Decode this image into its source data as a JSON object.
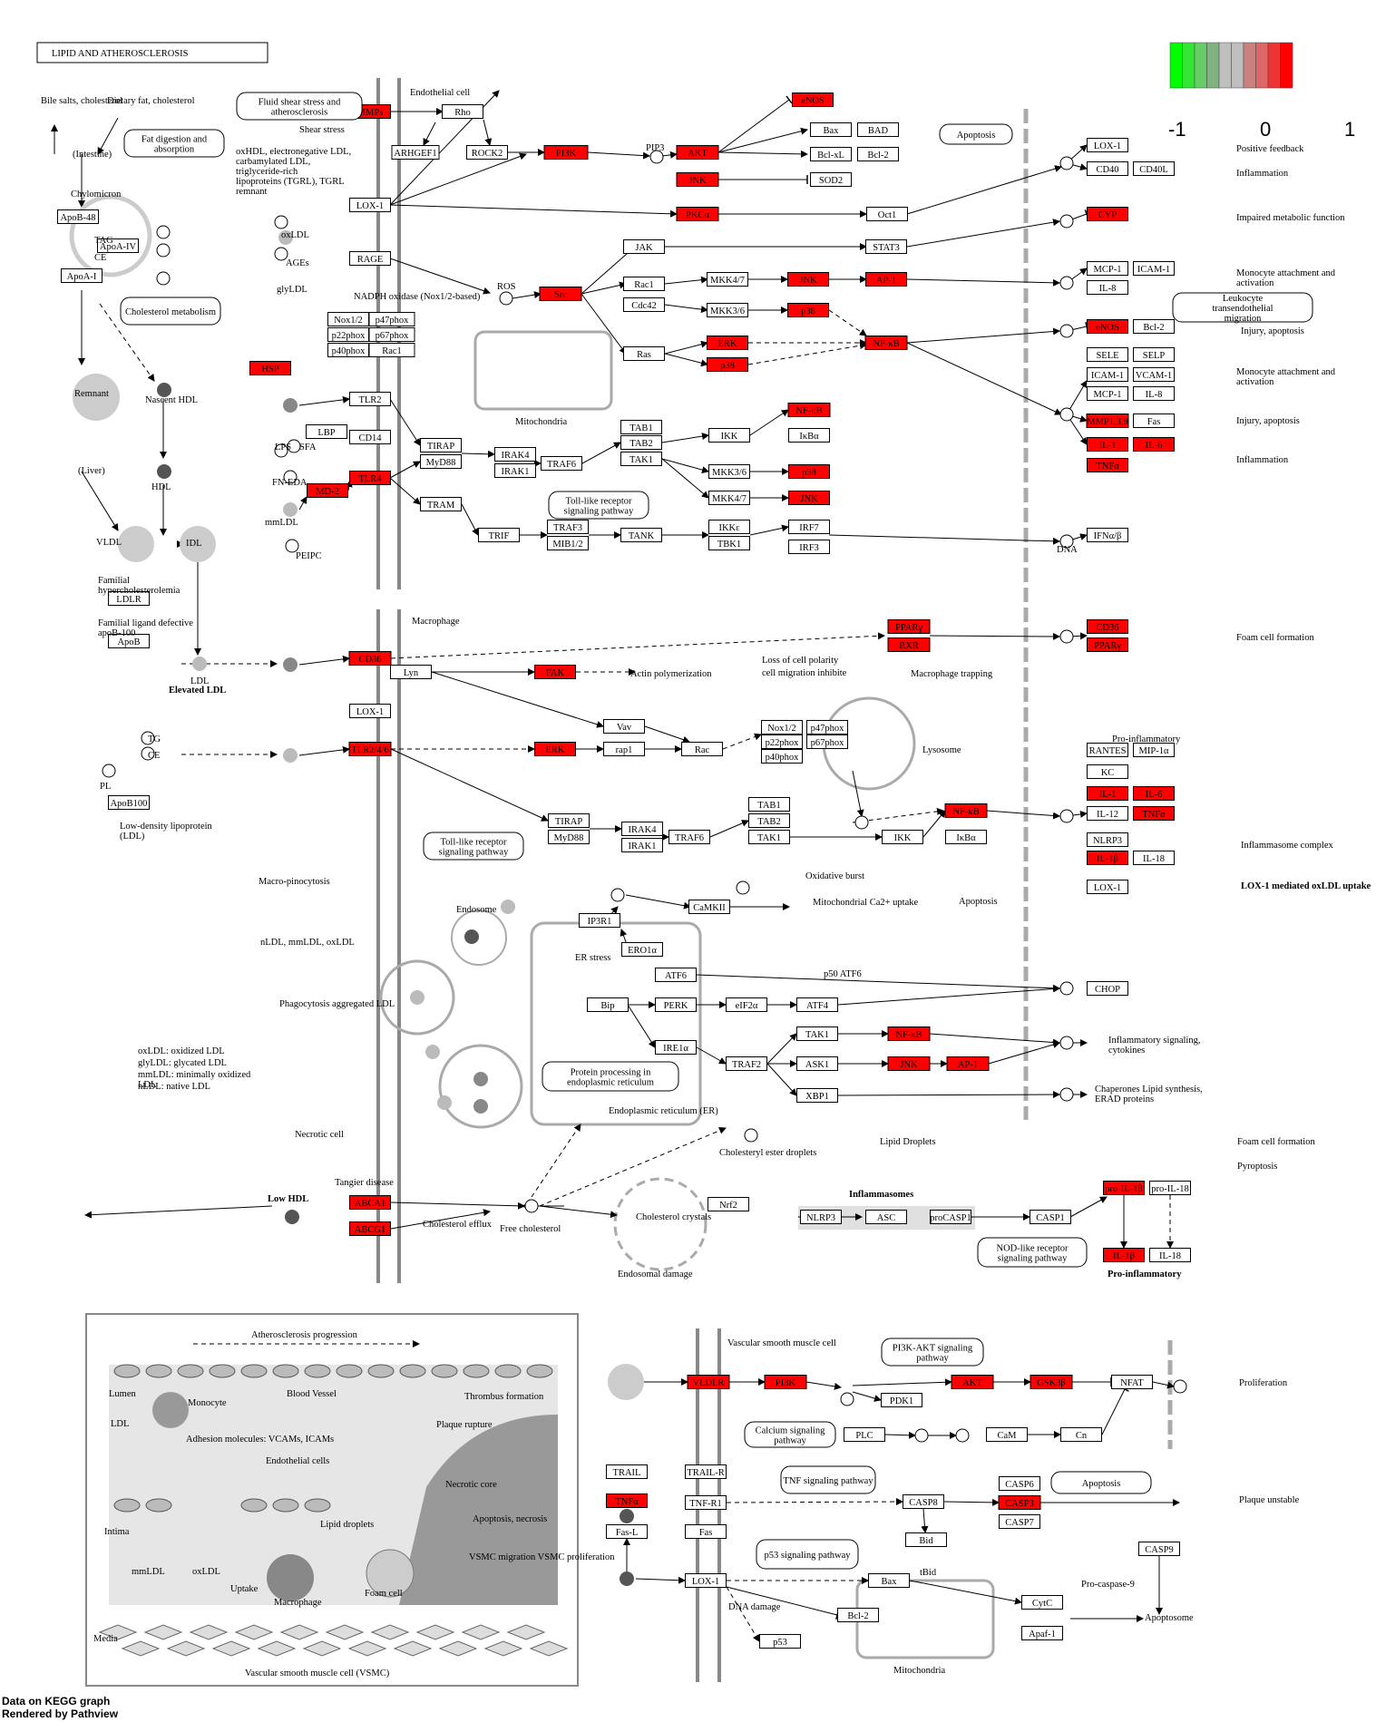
{
  "title": "LIPID AND ATHEROSCLEROSIS",
  "legend": {
    "colors": [
      "#00ff00",
      "#33e633",
      "#66cc66",
      "#80b380",
      "#bfbfbf",
      "#bfbfbf",
      "#cc8080",
      "#dd6666",
      "#ee3333",
      "#ff0000"
    ],
    "ticks": [
      "-1",
      "0",
      "1"
    ]
  },
  "footer": {
    "line1": "Data on KEGG graph",
    "line2": "Rendered by Pathview"
  },
  "colors": {
    "hit": "#ff0000",
    "none": "#ffffff",
    "gray_node": "#bfbfbf",
    "dark_node": "#555555"
  },
  "regions": {
    "endothelial": "Endothelial cell",
    "macrophage": "Macrophage",
    "vsmc": "Vascular smooth muscle cell",
    "mitochondria": "Mitochondria",
    "lysosome": "Lysosome",
    "endosome": "Endosome",
    "er": "Endoplasmic reticulum (ER)",
    "endosomal_damage": "Endosomal damage",
    "mitochondria2": "Mitochondria"
  },
  "genes": [
    {
      "id": "MMPs",
      "label": "MMPs",
      "hit": true
    },
    {
      "id": "Rho",
      "label": "Rho",
      "hit": false
    },
    {
      "id": "ARHGEF1",
      "label": "ARHGEF1",
      "hit": false
    },
    {
      "id": "ROCK2",
      "label": "ROCK2",
      "hit": false
    },
    {
      "id": "PI3K_a",
      "label": "PI3K",
      "hit": true
    },
    {
      "id": "AKT_a",
      "label": "AKT",
      "hit": true
    },
    {
      "id": "eNOS_a",
      "label": "eNOS",
      "hit": true
    },
    {
      "id": "Bax_a",
      "label": "Bax",
      "hit": false
    },
    {
      "id": "BAD",
      "label": "BAD",
      "hit": false
    },
    {
      "id": "BclxL",
      "label": "Bcl-xL",
      "hit": false
    },
    {
      "id": "Bcl2_a",
      "label": "Bcl-2",
      "hit": false
    },
    {
      "id": "JNK_a",
      "label": "JNK",
      "hit": true
    },
    {
      "id": "SOD2",
      "label": "SOD2",
      "hit": false
    },
    {
      "id": "LOX1_a",
      "label": "LOX-1",
      "hit": false
    },
    {
      "id": "PKCa",
      "label": "PKCα",
      "hit": true
    },
    {
      "id": "Oct1",
      "label": "Oct1",
      "hit": false
    },
    {
      "id": "LOX1_b",
      "label": "LOX-1",
      "hit": false
    },
    {
      "id": "CD40",
      "label": "CD40",
      "hit": false
    },
    {
      "id": "CD40L",
      "label": "CD40L",
      "hit": false
    },
    {
      "id": "CYP",
      "label": "CYP",
      "hit": true
    },
    {
      "id": "RAGE",
      "label": "RAGE",
      "hit": false
    },
    {
      "id": "JAK",
      "label": "JAK",
      "hit": false
    },
    {
      "id": "STAT3",
      "label": "STAT3",
      "hit": false
    },
    {
      "id": "Src",
      "label": "Src",
      "hit": true
    },
    {
      "id": "Rac1",
      "label": "Rac1",
      "hit": false
    },
    {
      "id": "Cdc42",
      "label": "Cdc42",
      "hit": false
    },
    {
      "id": "MKK47_a",
      "label": "MKK4/7",
      "hit": false
    },
    {
      "id": "MKK36_a",
      "label": "MKK3/6",
      "hit": false
    },
    {
      "id": "JNK_b",
      "label": "JNK",
      "hit": true
    },
    {
      "id": "p38_a",
      "label": "p38",
      "hit": true
    },
    {
      "id": "AP1_a",
      "label": "AP-1",
      "hit": true
    },
    {
      "id": "MCP1_a",
      "label": "MCP-1",
      "hit": false
    },
    {
      "id": "ICAM1_a",
      "label": "ICAM-1",
      "hit": false
    },
    {
      "id": "IL8",
      "label": "IL-8",
      "hit": false
    },
    {
      "id": "Ras",
      "label": "Ras",
      "hit": false
    },
    {
      "id": "ERK_a",
      "label": "ERK",
      "hit": true
    },
    {
      "id": "p38_b",
      "label": "p38",
      "hit": true
    },
    {
      "id": "NFkB_a",
      "label": "NF-κB",
      "hit": true
    },
    {
      "id": "eNOS_b",
      "label": "eNOS",
      "hit": true
    },
    {
      "id": "Bcl2_b",
      "label": "Bcl-2",
      "hit": false
    },
    {
      "id": "Nox12",
      "label": "Nox1/2",
      "hit": false
    },
    {
      "id": "p47phox",
      "label": "p47phox",
      "hit": false
    },
    {
      "id": "p22phox",
      "label": "p22phox",
      "hit": false
    },
    {
      "id": "p67phox",
      "label": "p67phox",
      "hit": false
    },
    {
      "id": "p40phox",
      "label": "p40phox",
      "hit": false
    },
    {
      "id": "Rac1b",
      "label": "Rac1",
      "hit": false
    },
    {
      "id": "SELE",
      "label": "SELE",
      "hit": false
    },
    {
      "id": "SELP",
      "label": "SELP",
      "hit": false
    },
    {
      "id": "ICAM1_b",
      "label": "ICAM-1",
      "hit": false
    },
    {
      "id": "VCAM1",
      "label": "VCAM-1",
      "hit": false
    },
    {
      "id": "MCP1_b",
      "label": "MCP-1",
      "hit": false
    },
    {
      "id": "IL8_b",
      "label": "IL-8",
      "hit": false
    },
    {
      "id": "HSP",
      "label": "HSP",
      "hit": true
    },
    {
      "id": "TLR2",
      "label": "TLR2",
      "hit": false
    },
    {
      "id": "LBP",
      "label": "LBP",
      "hit": false
    },
    {
      "id": "CD14",
      "label": "CD14",
      "hit": false
    },
    {
      "id": "TLR4",
      "label": "TLR4",
      "hit": true
    },
    {
      "id": "MD2",
      "label": "MD-2",
      "hit": true
    },
    {
      "id": "TIRAP_a",
      "label": "TIRAP",
      "hit": false
    },
    {
      "id": "MyD88_a",
      "label": "MyD88",
      "hit": false
    },
    {
      "id": "IRAK4_a",
      "label": "IRAK4",
      "hit": false
    },
    {
      "id": "IRAK1_a",
      "label": "IRAK1",
      "hit": false
    },
    {
      "id": "TRAF6_a",
      "label": "TRAF6",
      "hit": false
    },
    {
      "id": "TAB1_a",
      "label": "TAB1",
      "hit": false
    },
    {
      "id": "TAB2_a",
      "label": "TAB2",
      "hit": false
    },
    {
      "id": "TAK1_a",
      "label": "TAK1",
      "hit": false
    },
    {
      "id": "IKK_a",
      "label": "IKK",
      "hit": false
    },
    {
      "id": "NFkB_b",
      "label": "NF-κB",
      "hit": true
    },
    {
      "id": "IkBa_a",
      "label": "IκBα",
      "hit": false
    },
    {
      "id": "MKK36_b",
      "label": "MKK3/6",
      "hit": false
    },
    {
      "id": "p38_c",
      "label": "p38",
      "hit": true
    },
    {
      "id": "MKK47_b",
      "label": "MKK4/7",
      "hit": false
    },
    {
      "id": "JNK_c",
      "label": "JNK",
      "hit": true
    },
    {
      "id": "MMP139",
      "label": "MMP1,3,9",
      "hit": true
    },
    {
      "id": "Fas_a",
      "label": "Fas",
      "hit": false
    },
    {
      "id": "IL1_a",
      "label": "IL-1",
      "hit": true
    },
    {
      "id": "IL6_a",
      "label": "IL-6",
      "hit": true
    },
    {
      "id": "TNFa_a",
      "label": "TNFα",
      "hit": true
    },
    {
      "id": "TRAM",
      "label": "TRAM",
      "hit": false
    },
    {
      "id": "TRIF",
      "label": "TRIF",
      "hit": false
    },
    {
      "id": "TRAF3",
      "label": "TRAF3",
      "hit": false
    },
    {
      "id": "MIB12",
      "label": "MIB1/2",
      "hit": false
    },
    {
      "id": "TANK",
      "label": "TANK",
      "hit": false
    },
    {
      "id": "IKKe",
      "label": "IKKε",
      "hit": false
    },
    {
      "id": "TBK1",
      "label": "TBK1",
      "hit": false
    },
    {
      "id": "IRF7",
      "label": "IRF7",
      "hit": false
    },
    {
      "id": "IRF3",
      "label": "IRF3",
      "hit": false
    },
    {
      "id": "IFNab",
      "label": "IFNα/β",
      "hit": false
    },
    {
      "id": "ApoB48",
      "label": "ApoB-48",
      "hit": false
    },
    {
      "id": "ApoAIV",
      "label": "ApoA-IV",
      "hit": false
    },
    {
      "id": "ApoAI",
      "label": "ApoA-I",
      "hit": false
    },
    {
      "id": "LDLR",
      "label": "LDLR",
      "hit": false
    },
    {
      "id": "ApoB",
      "label": "ApoB",
      "hit": false
    },
    {
      "id": "ApoB100",
      "label": "ApoB100",
      "hit": false
    },
    {
      "id": "PPARg_a",
      "label": "PPARγ",
      "hit": true
    },
    {
      "id": "RXR",
      "label": "RXR",
      "hit": true
    },
    {
      "id": "CD36_a",
      "label": "CD36",
      "hit": true
    },
    {
      "id": "CD36_b",
      "label": "CD36",
      "hit": true
    },
    {
      "id": "PPARg_b",
      "label": "PPARγ",
      "hit": true
    },
    {
      "id": "Lyn",
      "label": "Lyn",
      "hit": false
    },
    {
      "id": "FAK",
      "label": "FAK",
      "hit": true
    },
    {
      "id": "LOX1_c",
      "label": "LOX-1",
      "hit": false
    },
    {
      "id": "Vav",
      "label": "Vav",
      "hit": false
    },
    {
      "id": "TLR246",
      "label": "TLR2/4/6",
      "hit": true
    },
    {
      "id": "ERK_b",
      "label": "ERK",
      "hit": true
    },
    {
      "id": "rap1",
      "label": "rap1",
      "hit": false
    },
    {
      "id": "Rac",
      "label": "Rac",
      "hit": false
    },
    {
      "id": "Nox12b",
      "label": "Nox1/2",
      "hit": false
    },
    {
      "id": "p47phox_b",
      "label": "p47phox",
      "hit": false
    },
    {
      "id": "p22phox_b",
      "label": "p22phox",
      "hit": false
    },
    {
      "id": "p67phox_b",
      "label": "p67phox",
      "hit": false
    },
    {
      "id": "p40phox_b",
      "label": "p40phox",
      "hit": false
    },
    {
      "id": "TIRAP_b",
      "label": "TIRAP",
      "hit": false
    },
    {
      "id": "MyD88_b",
      "label": "MyD88",
      "hit": false
    },
    {
      "id": "IRAK4_b",
      "label": "IRAK4",
      "hit": false
    },
    {
      "id": "IRAK1_b",
      "label": "IRAK1",
      "hit": false
    },
    {
      "id": "TRAF6_b",
      "label": "TRAF6",
      "hit": false
    },
    {
      "id": "TAB1_b",
      "label": "TAB1",
      "hit": false
    },
    {
      "id": "TAB2_b",
      "label": "TAB2",
      "hit": false
    },
    {
      "id": "TAK1_b",
      "label": "TAK1",
      "hit": false
    },
    {
      "id": "IKK_b",
      "label": "IKK",
      "hit": false
    },
    {
      "id": "NFkB_c",
      "label": "NF-κB",
      "hit": true
    },
    {
      "id": "IkBa_b",
      "label": "IκBα",
      "hit": false
    },
    {
      "id": "RANTES",
      "label": "RANTES",
      "hit": false
    },
    {
      "id": "MIP1a",
      "label": "MIP-1α",
      "hit": false
    },
    {
      "id": "KC",
      "label": "KC",
      "hit": false
    },
    {
      "id": "IL1_b",
      "label": "IL-1",
      "hit": true
    },
    {
      "id": "IL6_b",
      "label": "IL-6",
      "hit": true
    },
    {
      "id": "IL12",
      "label": "IL-12",
      "hit": false
    },
    {
      "id": "TNFa_b",
      "label": "TNFα",
      "hit": true
    },
    {
      "id": "NLRP3_a",
      "label": "NLRP3",
      "hit": false
    },
    {
      "id": "IL1b_a",
      "label": "IL-1β",
      "hit": true
    },
    {
      "id": "IL18_a",
      "label": "IL-18",
      "hit": false
    },
    {
      "id": "LOX1_d",
      "label": "LOX-1",
      "hit": false
    },
    {
      "id": "IP3R1",
      "label": "IP3R1",
      "hit": false
    },
    {
      "id": "CaMKII",
      "label": "CaMKII",
      "hit": false
    },
    {
      "id": "ERO1a",
      "label": "ERO1α",
      "hit": false
    },
    {
      "id": "ATF6",
      "label": "ATF6",
      "hit": false
    },
    {
      "id": "Bip",
      "label": "Bip",
      "hit": false
    },
    {
      "id": "PERK",
      "label": "PERK",
      "hit": false
    },
    {
      "id": "eIF2a",
      "label": "eIF2α",
      "hit": false
    },
    {
      "id": "ATF4",
      "label": "ATF4",
      "hit": false
    },
    {
      "id": "CHOP",
      "label": "CHOP",
      "hit": false
    },
    {
      "id": "IRE1a",
      "label": "IRE1α",
      "hit": false
    },
    {
      "id": "TRAF2",
      "label": "TRAF2",
      "hit": false
    },
    {
      "id": "TAK1_c",
      "label": "TAK1",
      "hit": false
    },
    {
      "id": "NFkB_d",
      "label": "NF-κB",
      "hit": true
    },
    {
      "id": "ASK1",
      "label": "ASK1",
      "hit": false
    },
    {
      "id": "JNK_d",
      "label": "JNK",
      "hit": true
    },
    {
      "id": "AP1_b",
      "label": "AP-1",
      "hit": true
    },
    {
      "id": "XBP1",
      "label": "XBP1",
      "hit": false
    },
    {
      "id": "ABCA1",
      "label": "ABCA1",
      "hit": true
    },
    {
      "id": "ABCG1",
      "label": "ABCG1",
      "hit": true
    },
    {
      "id": "Nrf2",
      "label": "Nrf2",
      "hit": false
    },
    {
      "id": "NLRP3_b",
      "label": "NLRP3",
      "hit": false
    },
    {
      "id": "ASC",
      "label": "ASC",
      "hit": false
    },
    {
      "id": "proCASP1",
      "label": "proCASP1",
      "hit": false
    },
    {
      "id": "CASP1",
      "label": "CASP1",
      "hit": false
    },
    {
      "id": "proIL1b",
      "label": "pro-IL-1β",
      "hit": true
    },
    {
      "id": "proIL18",
      "label": "pro-IL-18",
      "hit": false
    },
    {
      "id": "IL1b_b",
      "label": "IL-1β",
      "hit": true
    },
    {
      "id": "IL18_b",
      "label": "IL-18",
      "hit": false
    },
    {
      "id": "VLDLR",
      "label": "VLDLR",
      "hit": true
    },
    {
      "id": "PI3K_b",
      "label": "PI3K",
      "hit": true
    },
    {
      "id": "PDK1",
      "label": "PDK1",
      "hit": false
    },
    {
      "id": "AKT_b",
      "label": "AKT",
      "hit": true
    },
    {
      "id": "GSK3b",
      "label": "GSK3β",
      "hit": true
    },
    {
      "id": "NFAT",
      "label": "NFAT",
      "hit": false
    },
    {
      "id": "PLC",
      "label": "PLC",
      "hit": false
    },
    {
      "id": "CaM",
      "label": "CaM",
      "hit": false
    },
    {
      "id": "Cn",
      "label": "Cn",
      "hit": false
    },
    {
      "id": "TRAIL",
      "label": "TRAIL",
      "hit": false
    },
    {
      "id": "TRAILR",
      "label": "TRAIL-R",
      "hit": false
    },
    {
      "id": "TNFa_c",
      "label": "TNFα",
      "hit": true
    },
    {
      "id": "TNFR1",
      "label": "TNF-R1",
      "hit": false
    },
    {
      "id": "FasL",
      "label": "Fas-L",
      "hit": false
    },
    {
      "id": "Fas_b",
      "label": "Fas",
      "hit": false
    },
    {
      "id": "CASP8",
      "label": "CASP8",
      "hit": false
    },
    {
      "id": "CASP6",
      "label": "CASP6",
      "hit": false
    },
    {
      "id": "CASP3",
      "label": "CASP3",
      "hit": true
    },
    {
      "id": "CASP7",
      "label": "CASP7",
      "hit": false
    },
    {
      "id": "Bid",
      "label": "Bid",
      "hit": false
    },
    {
      "id": "CASP9",
      "label": "CASP9",
      "hit": false
    },
    {
      "id": "LOX1_e",
      "label": "LOX-1",
      "hit": false
    },
    {
      "id": "Bax_b",
      "label": "Bax",
      "hit": false
    },
    {
      "id": "Bcl2_c",
      "label": "Bcl-2",
      "hit": false
    },
    {
      "id": "p53",
      "label": "p53",
      "hit": false
    },
    {
      "id": "CytC",
      "label": "CytC",
      "hit": false
    },
    {
      "id": "Apaf1",
      "label": "Apaf-1",
      "hit": false
    }
  ],
  "pathway_links": [
    {
      "id": "fat_digestion",
      "label": "Fat digestion and absorption"
    },
    {
      "id": "cholesterol_metabolism",
      "label": "Cholesterol metabolism"
    },
    {
      "id": "apoptosis_1",
      "label": "Apoptosis"
    },
    {
      "id": "tlr_1",
      "label": "Toll-like receptor signaling pathway"
    },
    {
      "id": "tlr_2",
      "label": "Toll-like receptor signaling pathway"
    },
    {
      "id": "shear",
      "label": "Fluid shear stress and atherosclerosis"
    },
    {
      "id": "protein_processing",
      "label": "Protein processing in endoplasmic reticulum"
    },
    {
      "id": "nod",
      "label": "NOD-like receptor signaling pathway"
    },
    {
      "id": "pi3k_akt",
      "label": "PI3K-AKT signaling pathway"
    },
    {
      "id": "calcium",
      "label": "Calcium signaling pathway"
    },
    {
      "id": "tnf",
      "label": "TNF signaling pathway"
    },
    {
      "id": "p53_path",
      "label": "p53 signaling pathway"
    },
    {
      "id": "apoptosis_2",
      "label": "Apoptosis"
    },
    {
      "id": "leukocyte",
      "label": "Leukocyte transendothelial migration"
    }
  ],
  "labels": [
    "Bile salts, cholesterol",
    "Dietary fat, cholesterol",
    "(Intestine)",
    "Chylomicron",
    "TAG",
    "CE",
    "Remnant",
    "Nascent HDL",
    "HDL",
    "(Liver)",
    "VLDL",
    "IDL",
    "Familial hypercholesterolemia",
    "Familial ligand defective apoB-100",
    "LDL",
    "Elevated LDL",
    "TG",
    "CE",
    "PL",
    "Low-density lipoprotein (LDL)",
    "oxHDL, electronegative LDL, carbamylated LDL, triglyceride-rich lipoproteins (TGRL), TGRL remnant",
    "Shear stress",
    "oxLDL",
    "AGEs",
    "glyLDL",
    "NADPH oxidase (Nox1/2-based)",
    "ROS",
    "PIP3",
    "Positive feedback",
    "Inflammation",
    "Impaired metabolic function",
    "Monocyte attachment and activation",
    "Injury, apoptosis",
    "Monocyte attachment and activation",
    "Injury, apoptosis",
    "Inflammation",
    "LPS",
    "SFA",
    "FN-EDA",
    "mmLDL",
    "PEIPC",
    "DNA",
    "Foam cell formation",
    "Actin polymerization",
    "Loss of cell polarity",
    "cell migration inhibite",
    "Macrophage trapping",
    "Pro-inflammatory",
    "Inflammasome complex",
    "LOX-1 mediated oxLDL uptake",
    "Macro-pinocytosis",
    "nLDL, mmLDL, oxLDL",
    "Phagocytosis aggregated LDL",
    "Oxidative burst",
    "Mitochondrial Ca2+ uptake",
    "Apoptosis",
    "ER stress",
    "p50 ATF6",
    "Inflammatory signaling, cytokines",
    "Chaperones Lipid synthesis, ERAD proteins",
    "Necrotic cell",
    "Tangier disease",
    "Low HDL",
    "Cholesterol efflux",
    "Free cholesterol",
    "Cholesteryl ester droplets",
    "Lipid Droplets",
    "Foam cell formation",
    "Pyroptosis",
    "Inflammasomes",
    "Cholesterol crystals",
    "oxLDL: oxidized LDL",
    "glyLDL: glycated LDL",
    "mmLDL: minimally oxidized LDL",
    "nLDL: native LDL",
    "Proliferation",
    "Plaque unstable",
    "Pro-caspase-9",
    "Apoptosome",
    "DNA damage",
    "tBid",
    "Pro-inflammatory"
  ],
  "inset": {
    "title": "Atherosclerosis progression",
    "lumen": "Lumen",
    "blood_vessel": "Blood Vessel",
    "monocyte": "Monocyte",
    "thrombus": "Thrombus formation",
    "plaque_rupture": "Plaque rupture",
    "adhesion": "Adhesion molecules: VCAMs, ICAMs",
    "endothelial": "Endothelial cells",
    "ldl": "LDL",
    "intima": "Intima",
    "mmldl": "mmLDL",
    "oxldl": "oxLDL",
    "uptake": "Uptake",
    "macrophage": "Macrophage",
    "lipid": "Lipid droplets",
    "foam": "Foam cell",
    "necrotic": "Necrotic core",
    "apoptosis": "Apoptosis, necrosis",
    "vsmc_mig": "VSMC migration VSMC proliferation",
    "media": "Media",
    "vsmc": "Vascular smooth muscle cell (VSMC)"
  }
}
